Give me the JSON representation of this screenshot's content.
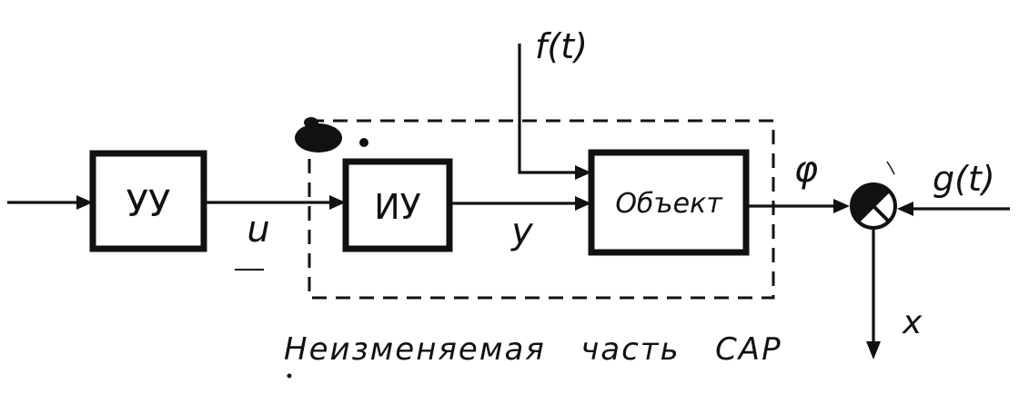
{
  "blocks": {
    "controller": "УУ",
    "actuator": "ИУ",
    "plant": "Объект"
  },
  "signals": {
    "u": "u",
    "y": "y",
    "phi": "φ",
    "disturbance": "f(t)",
    "setpoint": "g(t)",
    "error": "x"
  },
  "caption": "Неизменяемая   часть   САР"
}
